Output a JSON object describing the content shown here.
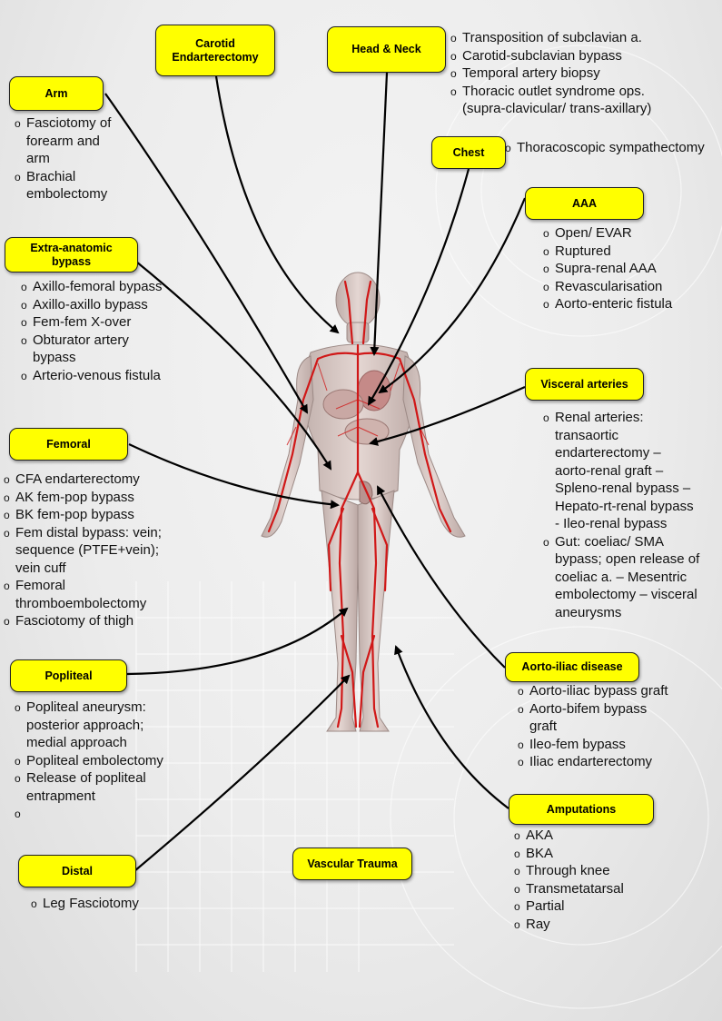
{
  "categories": [
    {
      "id": "carotid",
      "label": "Carotid\nEndarterectomy",
      "items": []
    },
    {
      "id": "headneck",
      "label": "Head & Neck",
      "items": [
        "Transposition of subclavian a.",
        "Carotid-subclavian bypass",
        " Temporal artery biopsy",
        "Thoracic outlet syndrome ops.\n(supra-clavicular/ trans-axillary)"
      ]
    },
    {
      "id": "arm",
      "label": "Arm",
      "items": [
        "Fasciotomy of\nforearm and\narm",
        "Brachial\nembolectomy"
      ]
    },
    {
      "id": "chest",
      "label": "Chest",
      "items": [
        "Thoracoscopic sympathectomy"
      ]
    },
    {
      "id": "aaa",
      "label": "AAA",
      "items": [
        "Open/ EVAR",
        "Ruptured",
        "Supra-renal AAA",
        "Revascularisation",
        "Aorto-enteric fistula"
      ]
    },
    {
      "id": "extra",
      "label": "Extra-anatomic\nbypass",
      "items": [
        "Axillo-femoral bypass",
        "Axillo-axillo bypass",
        "Fem-fem X-over",
        "Obturator artery\nbypass",
        "Arterio-venous fistula"
      ]
    },
    {
      "id": "visceral",
      "label": "Visceral arteries",
      "items": [
        "Renal arteries:\ntransaortic\nendarterectomy –\naorto-renal graft –\nSpleno-renal bypass –\nHepato-rt-renal bypass\n- Ileo-renal bypass",
        "Gut: coeliac/ SMA\nbypass; open release of\ncoeliac a. – Mesentric\nembolectomy – visceral\naneurysms"
      ]
    },
    {
      "id": "femoral",
      "label": "Femoral",
      "items": [
        "CFA endarterectomy",
        "AK fem-pop bypass",
        "BK fem-pop bypass",
        "Fem distal bypass: vein;\nsequence (PTFE+vein);\nvein cuff",
        "Femoral\nthromboembolectomy",
        "Fasciotomy of thigh"
      ]
    },
    {
      "id": "popliteal",
      "label": "Popliteal",
      "items": [
        "Popliteal aneurysm:\nposterior approach;\nmedial approach",
        "Popliteal embolectomy",
        "Release of popliteal\nentrapment",
        ""
      ]
    },
    {
      "id": "aortoiliac",
      "label": "Aorto-iliac disease",
      "items": [
        "Aorto-iliac bypass graft",
        "Aorto-bifem bypass\ngraft",
        "Ileo-fem bypass",
        "Iliac endarterectomy"
      ]
    },
    {
      "id": "amputations",
      "label": "Amputations",
      "items": [
        "AKA",
        "BKA",
        "Through knee",
        "Transmetatarsal",
        "Partial",
        "Ray"
      ]
    },
    {
      "id": "distal",
      "label": "Distal",
      "items": [
        "Leg Fasciotomy"
      ]
    },
    {
      "id": "trauma",
      "label": "Vascular Trauma",
      "items": []
    }
  ],
  "colors": {
    "box": "#ffff00",
    "artery": "#d01818",
    "skin": "#d8c8c4",
    "arrow": "#000000"
  },
  "illustration": "human-circulatory-system"
}
